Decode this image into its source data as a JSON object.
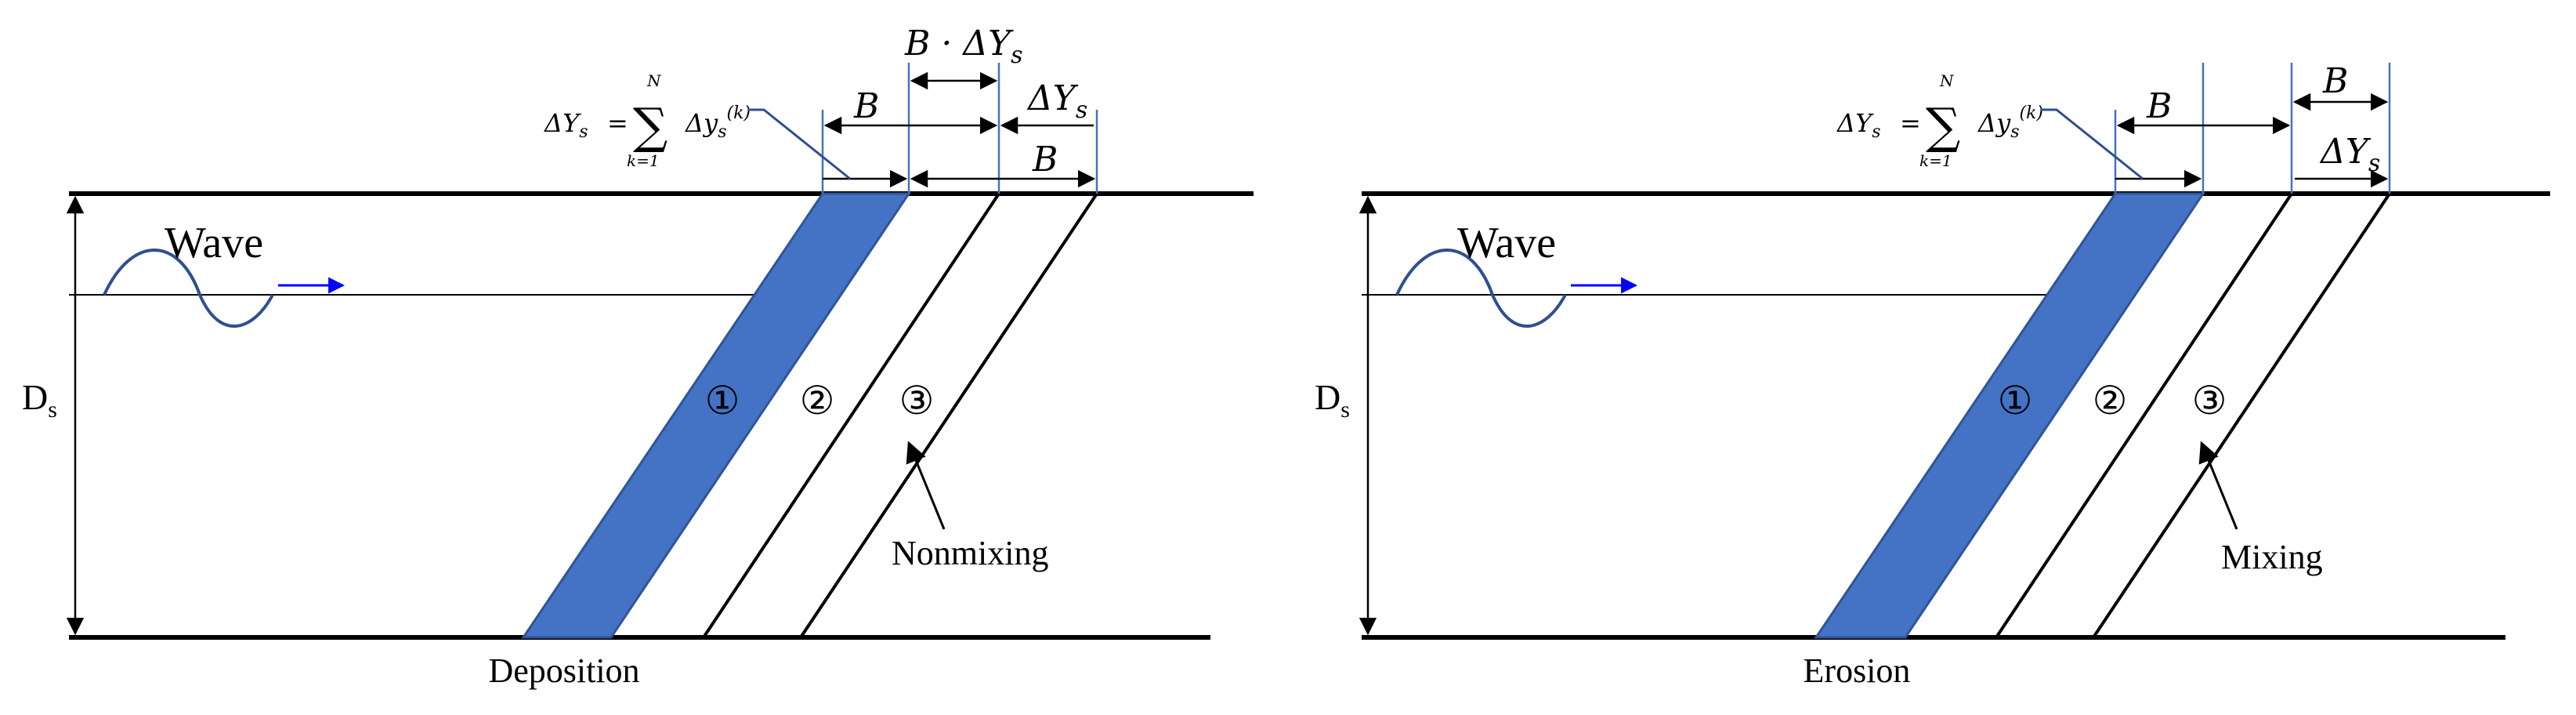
{
  "colors": {
    "layer_fill": "#4472C4",
    "layer_stroke": "#2F5597",
    "guide_line": "#4472C4",
    "wave_line": "#2F4F8F",
    "arrow_blue": "#0000FF",
    "ink": "#000000"
  },
  "panels": [
    {
      "wave_label": "Wave",
      "depth_label_main": "D",
      "depth_label_sub": "s",
      "layer_labels": [
        "①",
        "②",
        "③"
      ],
      "pointer_label": "Nonmixing",
      "caption": "Deposition",
      "formula": {
        "lhs": "ΔY",
        "lhs_sub": "s",
        "equals": "=",
        "sum_upper": "N",
        "sum_lower": "k=1",
        "sum_symbol": "∑",
        "term": "Δy",
        "term_sub": "s",
        "term_sup": "(k)"
      },
      "dims": {
        "top_label": "B · ΔY",
        "top_label_sub": "s",
        "mid_left": "B",
        "mid_right": "ΔY",
        "mid_right_sub": "s",
        "bottom": "B"
      }
    },
    {
      "wave_label": "Wave",
      "depth_label_main": "D",
      "depth_label_sub": "s",
      "layer_labels": [
        "①",
        "②",
        "③"
      ],
      "pointer_label": "Mixing",
      "caption": "Erosion",
      "formula": {
        "lhs": "ΔY",
        "lhs_sub": "s",
        "equals": "=",
        "sum_upper": "N",
        "sum_lower": "k=1",
        "sum_symbol": "∑",
        "term": "Δy",
        "term_sub": "s",
        "term_sup": "(k)"
      },
      "dims": {
        "top_label": "B",
        "mid_left": "B",
        "bottom": "ΔY",
        "bottom_sub": "s"
      }
    }
  ]
}
